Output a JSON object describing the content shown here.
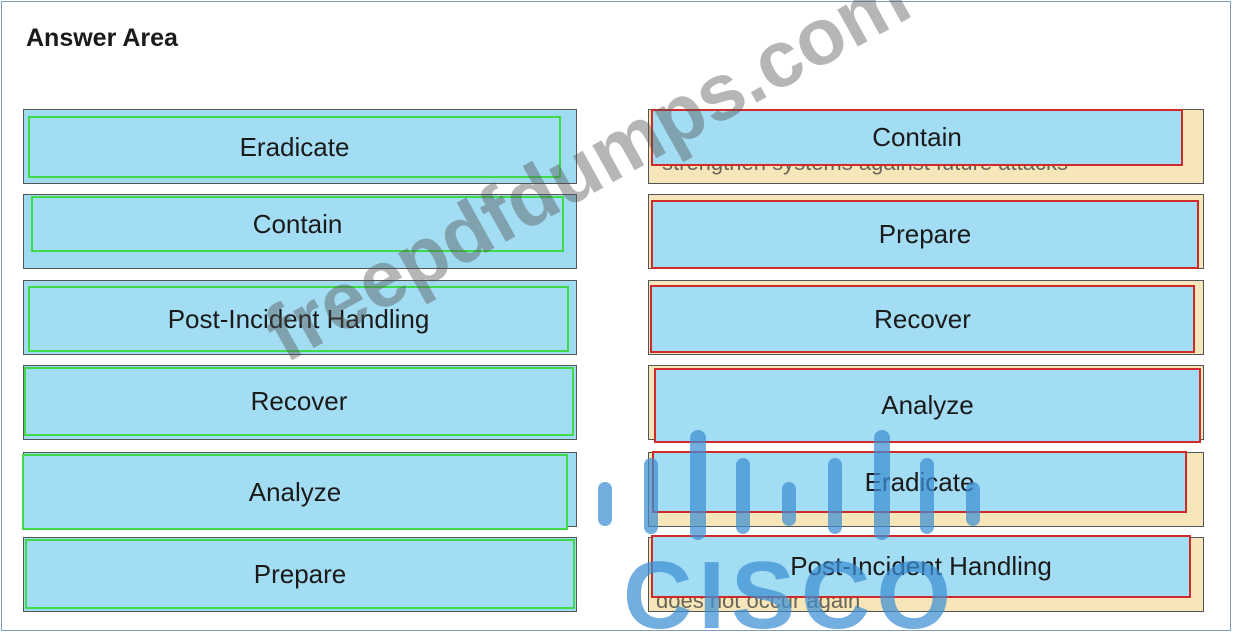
{
  "title": "Answer Area",
  "left_options": [
    "Eradicate",
    "Contain",
    "Post-Incident Handling",
    "Recover",
    "Analyze",
    "Prepare"
  ],
  "right_answers": [
    "Contain",
    "Prepare",
    "Recover",
    "Analyze",
    "Eradicate",
    "Post-Incident Handling"
  ],
  "hidden_text": {
    "slot1": "strengthen systems against future attacks",
    "slot6": "does not occur again"
  },
  "watermark": {
    "site": "freepdfdumps.com",
    "logo": "CISCO",
    "logo_icon": "cisco-bridge-icon"
  },
  "colors": {
    "tile": "#a3ddf3",
    "left_border": "#3fd94a",
    "right_border": "#d12a2a",
    "right_slot": "#f7e6b9",
    "logo": "#3b8fd4"
  }
}
